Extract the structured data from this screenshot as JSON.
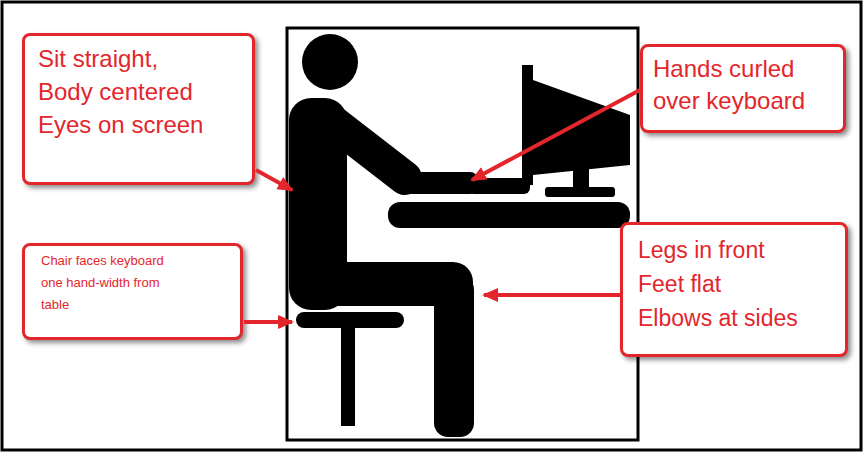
{
  "diagram": {
    "nodes": [
      {
        "text": [
          "Sit straight, Body centered Eyes on screen"
        ]
      },
      {
        "text": [
          "Hands curled over keyboard"
        ]
      },
      {
        "text": [
          "Chair faces keyboard one hand-width from table"
        ]
      },
      {
        "text": [
          "Legs in front Feet flat Elbows at sides"
        ]
      }
    ]
  }
}
